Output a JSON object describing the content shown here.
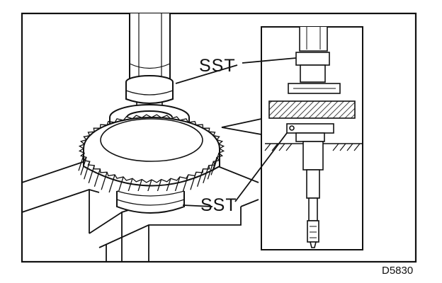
{
  "labels": {
    "sst_upper": "SST",
    "sst_lower": "SST"
  },
  "figure_code": "D5830",
  "colors": {
    "ink": "#111111",
    "paper": "#ffffff"
  }
}
